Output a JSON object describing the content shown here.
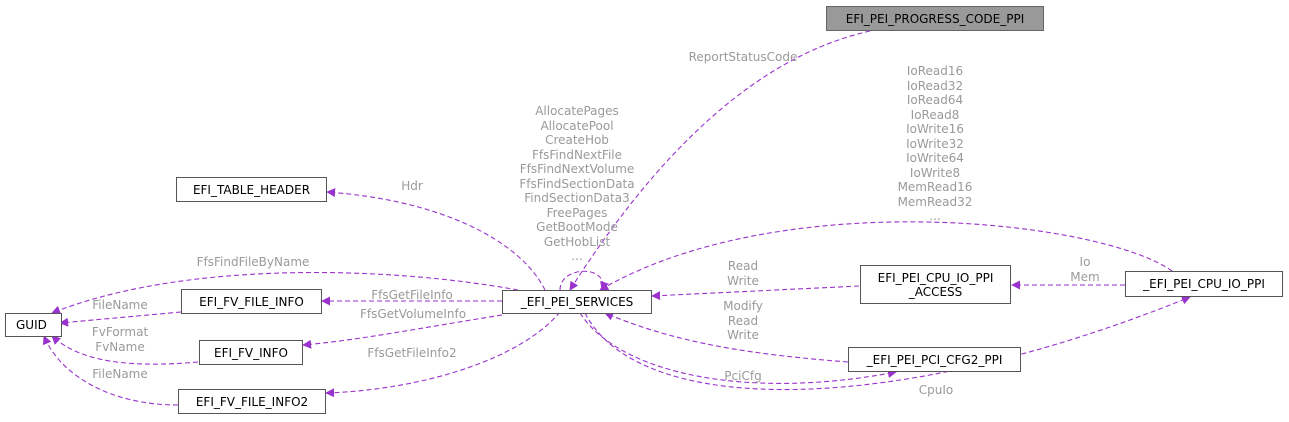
{
  "nodes": {
    "progress_code_ppi": "EFI_PEI_PROGRESS_CODE_PPI",
    "table_header": "EFI_TABLE_HEADER",
    "guid": "GUID",
    "fv_file_info": "EFI_FV_FILE_INFO",
    "fv_info": "EFI_FV_INFO",
    "fv_file_info2": "EFI_FV_FILE_INFO2",
    "pei_services": "_EFI_PEI_SERVICES",
    "cpu_io_ppi_access": "EFI_PEI_CPU_IO_PPI\n_ACCESS",
    "pci_cfg2_ppi": "_EFI_PEI_PCI_CFG2_PPI",
    "cpu_io_ppi": "_EFI_PEI_CPU_IO_PPI"
  },
  "edge_labels": {
    "report_status_code": "ReportStatusCode",
    "self_services": "AllocatePages\nAllocatePool\nCreateHob\nFfsFindNextFile\nFfsFindNextVolume\nFfsFindSectionData\nFindSectionData3\nFreePages\nGetBootMode\nGetHobList\n...",
    "io_services": "IoRead16\nIoRead32\nIoRead64\nIoRead8\nIoWrite16\nIoWrite32\nIoWrite64\nIoWrite8\nMemRead16\nMemRead32\n...",
    "hdr": "Hdr",
    "ffs_find_file_by_name": "FfsFindFileByName",
    "file_name_1": "FileName",
    "ffs_get_file_info": "FfsGetFileInfo",
    "ffs_get_volume_info": "FfsGetVolumeInfo",
    "fv_format_name": "FvFormat\nFvName",
    "ffs_get_file_info2": "FfsGetFileInfo2",
    "file_name_2": "FileName",
    "read_write": "Read\nWrite",
    "modify_read_write": "Modify\nRead\nWrite",
    "io_mem": "Io\nMem",
    "pci_cfg": "PciCfg",
    "cpu_io": "CpuIo"
  },
  "colors": {
    "edge": "#9a32cd",
    "label": "#9a9a9a",
    "node_border": "#555555",
    "focus_fill": "#999999"
  }
}
